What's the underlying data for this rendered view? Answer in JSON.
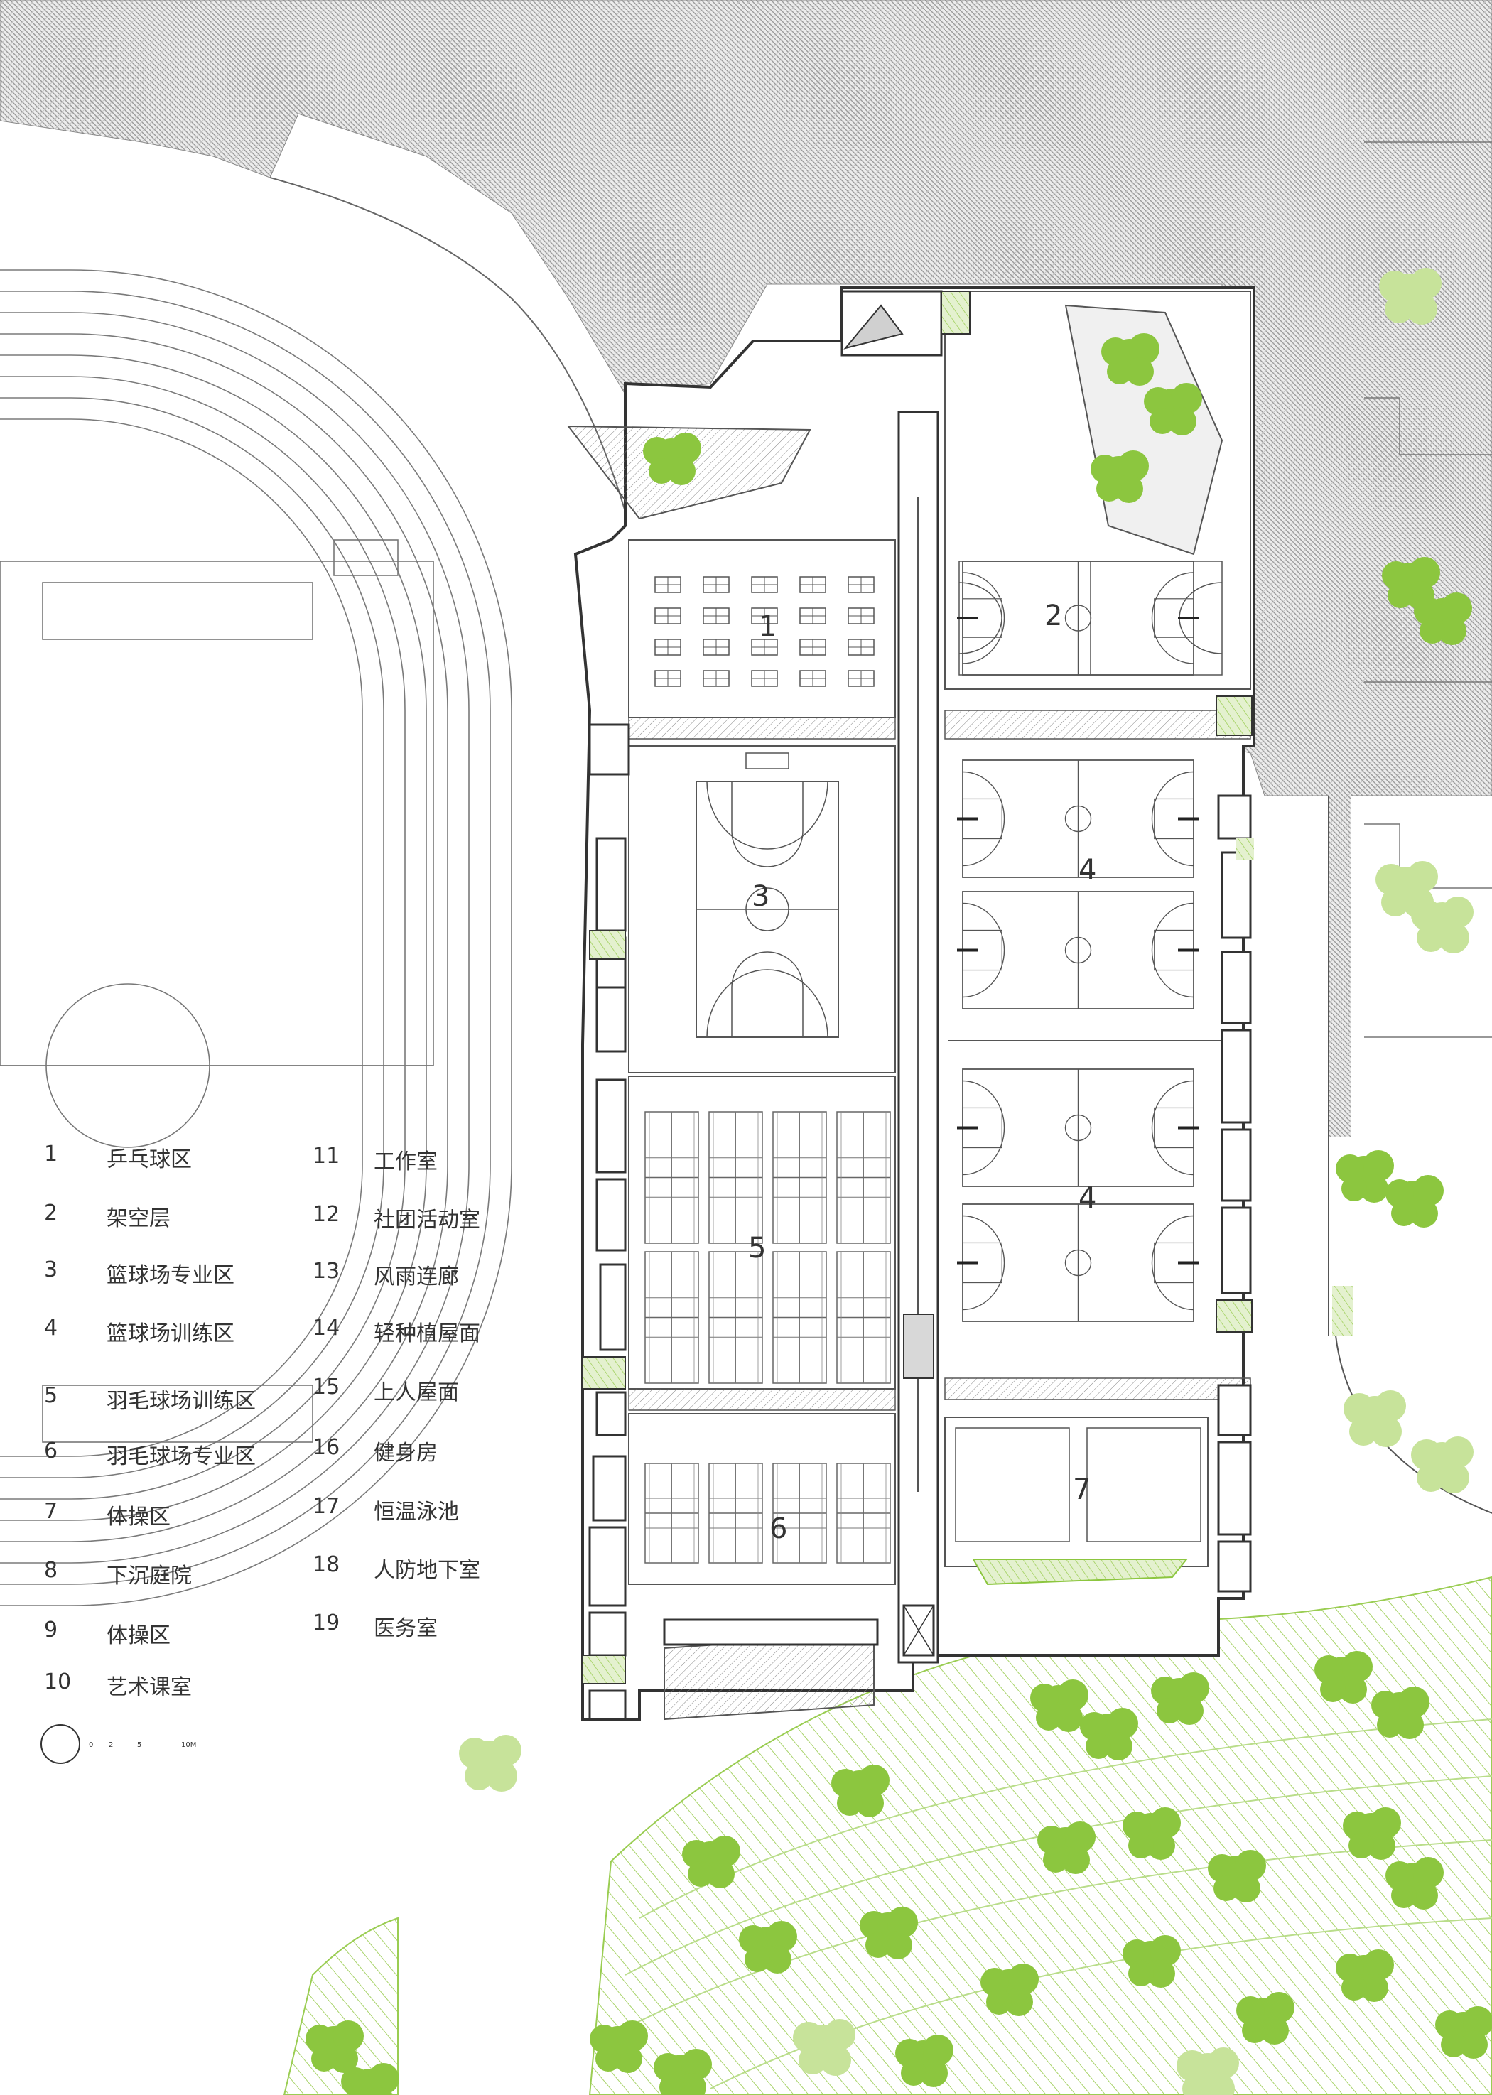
{
  "legend": [
    {
      "num": "1",
      "label": "乒乓球区"
    },
    {
      "num": "2",
      "label": "架空层"
    },
    {
      "num": "3",
      "label": "篮球场专业区"
    },
    {
      "num": "4",
      "label": "篮球场训练区"
    },
    {
      "num": "5",
      "label": "羽毛球场训练区"
    },
    {
      "num": "6",
      "label": "羽毛球场专业区"
    },
    {
      "num": "7",
      "label": "体操区"
    },
    {
      "num": "8",
      "label": "下沉庭院"
    },
    {
      "num": "9",
      "label": "体操区"
    },
    {
      "num": "10",
      "label": "艺术课室"
    },
    {
      "num": "11",
      "label": "工作室"
    },
    {
      "num": "12",
      "label": "社团活动室"
    },
    {
      "num": "13",
      "label": "风雨连廊"
    },
    {
      "num": "14",
      "label": "轻种植屋面"
    },
    {
      "num": "15",
      "label": "上人屋面"
    },
    {
      "num": "16",
      "label": "健身房"
    },
    {
      "num": "17",
      "label": "恒温泳池"
    },
    {
      "num": "18",
      "label": "人防地下室"
    },
    {
      "num": "19",
      "label": "医务室"
    }
  ],
  "zones": {
    "z1": "1",
    "z2": "2",
    "z3": "3",
    "z4a": "4",
    "z4b": "4",
    "z5": "5",
    "z6": "6",
    "z7": "7"
  },
  "scale": {
    "t0": "0",
    "t2": "2",
    "t5": "5",
    "t10": "10M"
  },
  "colors": {
    "green": "#8cc63f",
    "light_green": "#c7e39a",
    "line": "#555555",
    "wall": "#333333",
    "hatch": "#b0b0b0"
  }
}
